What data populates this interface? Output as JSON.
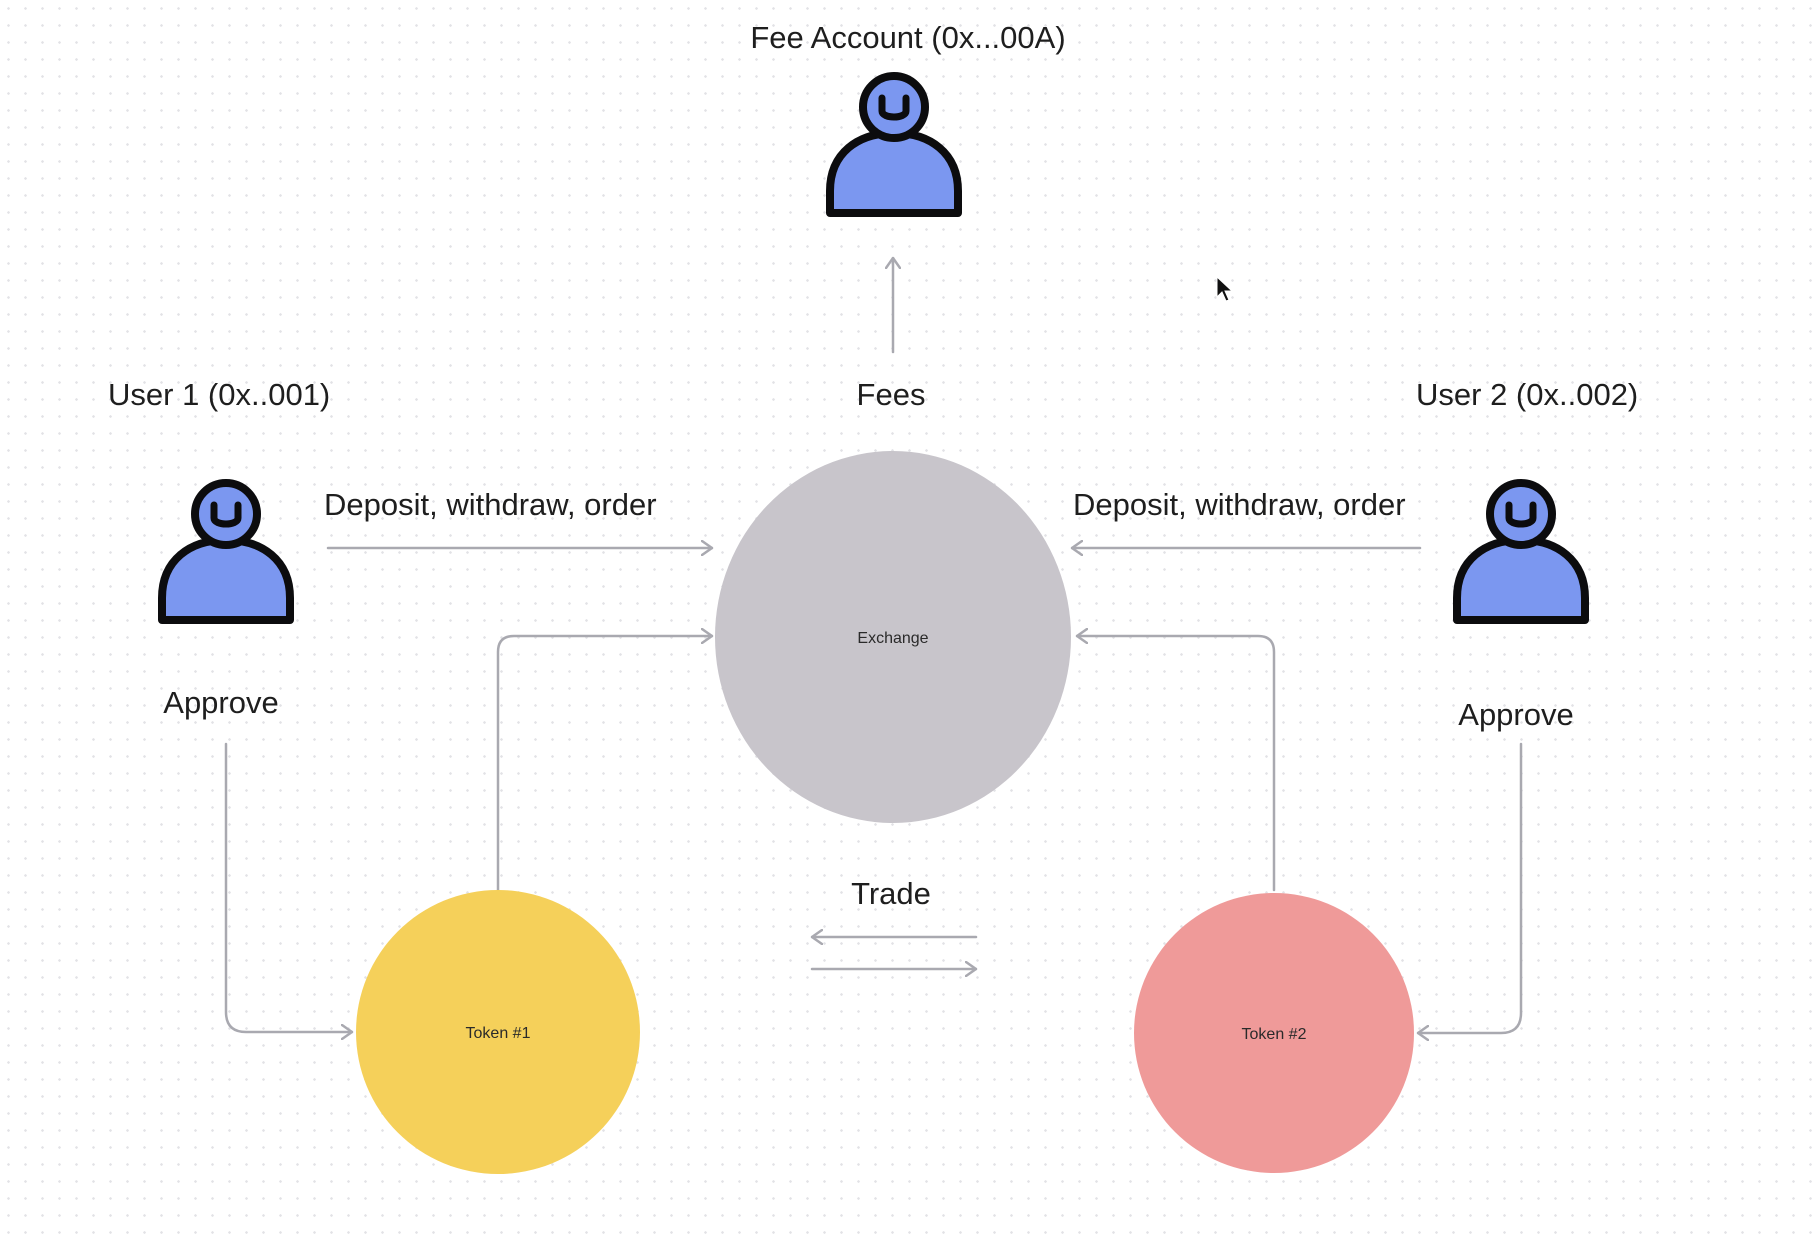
{
  "nodes": {
    "fee_account": {
      "label": "Fee Account (0x...00A)",
      "icon": "user-icon"
    },
    "user1": {
      "label": "User 1 (0x..001)",
      "icon": "user-icon"
    },
    "user2": {
      "label": "User 2 (0x..002)",
      "icon": "user-icon"
    },
    "exchange": {
      "label": "Exchange",
      "color": "#c8c5cb"
    },
    "token1": {
      "label": "Token #1",
      "color": "#f5d05a"
    },
    "token2": {
      "label": "Token #2",
      "color": "#ef9a99"
    }
  },
  "edges": {
    "fees": {
      "label": "Fees"
    },
    "user1_exchange": {
      "label": "Deposit, withdraw, order"
    },
    "user2_exchange": {
      "label": "Deposit, withdraw, order"
    },
    "user1_token1": {
      "label": "Approve"
    },
    "user2_token2": {
      "label": "Approve"
    },
    "trade": {
      "label": "Trade"
    }
  },
  "colors": {
    "person_fill": "#7b97f0",
    "outline": "#0c0c0e",
    "edge": "#a9a9b0"
  }
}
